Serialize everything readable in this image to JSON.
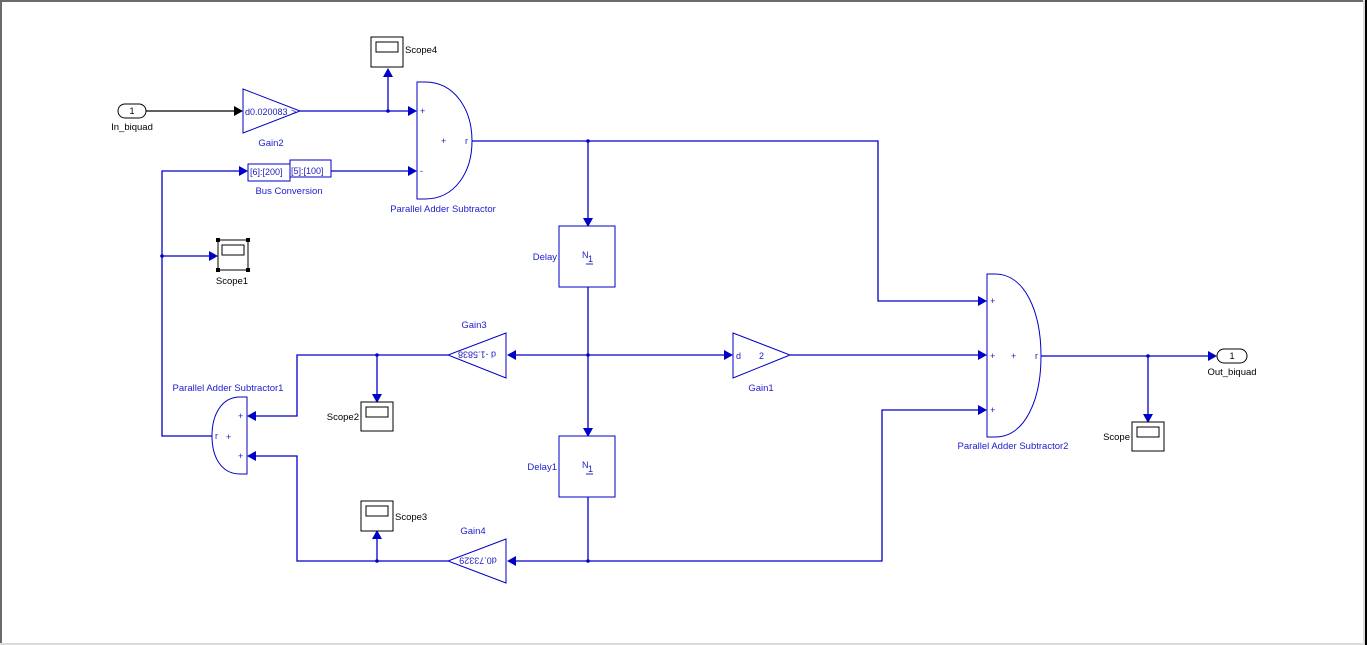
{
  "diagram": {
    "title": "Biquad filter model",
    "colors": {
      "wire": "#0000c8",
      "block_label": "#2020d0",
      "scope": "#000000"
    },
    "ports": {
      "in": {
        "number": "1",
        "name": "In_biquad"
      },
      "out": {
        "number": "1",
        "name": "Out_biquad"
      }
    },
    "gains": {
      "gain2": {
        "name": "Gain2",
        "value": "d0.020083",
        "suffix": ">"
      },
      "gain3": {
        "name": "Gain3",
        "value": "d -1.5838",
        "suffix": ">"
      },
      "gain4": {
        "name": "Gain4",
        "value": "d0.73329",
        "suffix": ">"
      },
      "gain1": {
        "name": "Gain1",
        "in_label": "d",
        "value": "2"
      }
    },
    "bus_conversion": {
      "name": "Bus Conversion",
      "left": "[6]:[200]",
      "right": "[5]:[100]"
    },
    "adders": {
      "adder0": {
        "name": "Parallel Adder Subtractor",
        "in1": "+",
        "in2": "-",
        "op": "+",
        "out": "r"
      },
      "adder1": {
        "name": "Parallel Adder Subtractor1",
        "in1": "+",
        "in2": "+",
        "op": "+",
        "out": "r"
      },
      "adder2": {
        "name": "Parallel Adder Subtractor2",
        "in1": "+",
        "in2": "+",
        "in3": "+",
        "op": "+",
        "out": "r"
      }
    },
    "delays": {
      "delay": {
        "name": "Delay",
        "symbol_top": "N",
        "symbol_sub": "1"
      },
      "delay1": {
        "name": "Delay1",
        "symbol_top": "N",
        "symbol_sub": "1"
      }
    },
    "scopes": {
      "scope": {
        "name": "Scope"
      },
      "scope1": {
        "name": "Scope1",
        "selected": true
      },
      "scope2": {
        "name": "Scope2"
      },
      "scope3": {
        "name": "Scope3"
      },
      "scope4": {
        "name": "Scope4"
      }
    }
  }
}
